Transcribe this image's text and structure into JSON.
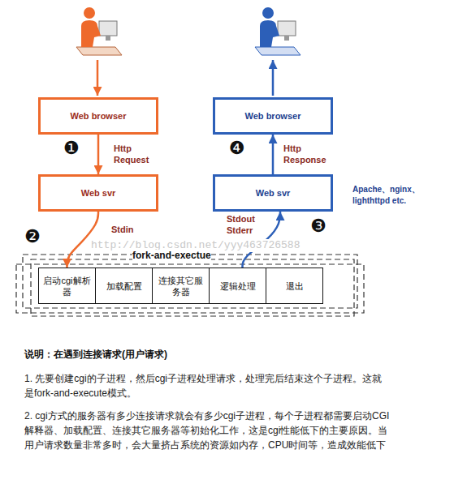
{
  "diagram": {
    "nodes": [
      {
        "text": [
          "Web browser"
        ]
      },
      {
        "text": [
          "Web svr"
        ]
      },
      {
        "text": [
          "启动cgi解析器"
        ]
      },
      {
        "text": [
          "加载配置"
        ]
      },
      {
        "text": [
          "连接其它服务器"
        ]
      },
      {
        "text": [
          "逻辑处理"
        ]
      },
      {
        "text": [
          "退出"
        ]
      },
      {
        "text": [
          "Web svr"
        ]
      },
      {
        "text": [
          "Web browser"
        ]
      }
    ],
    "edges": [
      {
        "from": 0,
        "to": 1,
        "label": "Http Request",
        "arrow": "to"
      },
      {
        "from": 1,
        "to": 2,
        "label": "Stdin",
        "arrow": "to"
      },
      {
        "from": 5,
        "to": 7,
        "label": "Stdout Stderr",
        "arrow": "to"
      },
      {
        "from": 7,
        "to": 8,
        "label": "Http Response",
        "arrow": "to"
      }
    ],
    "labels": [
      "❶",
      "❷",
      "❸",
      "❹",
      "Apache、nginx、lighthttpd etc.",
      "http://blog.csdn.net/yyy463726588",
      "fork-and-exectue",
      "说明：在遇到连接请求(用户请求)",
      "1. 先要创建cgi的子进程，然后cgi子进程处理请求，处理完后结束这个子进程。这就是fork-and-execute模式。",
      "2. cgi方式的服务器有多少连接请求就会有多少cgi子进程，每个子进程都需要启动CGI解释器、加载配置、连接其它服务器等初始化工作，这是cgi性能低下的主要原因。当用户请求数量非常多时，会大量挤占系统的资源如内存，CPU时间等，造成效能低下"
    ]
  }
}
